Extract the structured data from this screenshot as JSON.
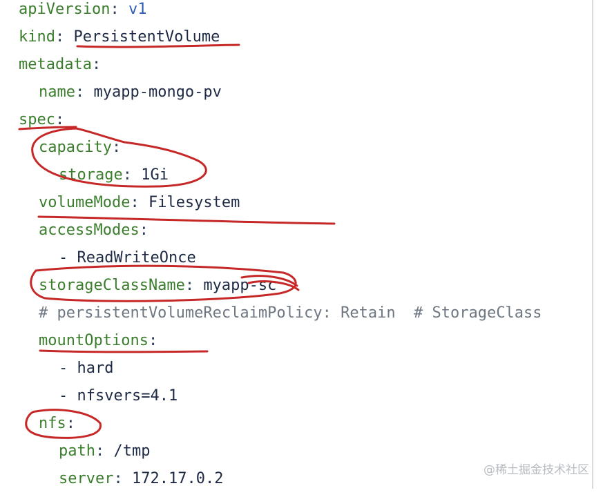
{
  "lines": [
    {
      "key": "apiVersion",
      "sep": ": ",
      "value": "v1"
    },
    {
      "key": "kind",
      "sep": ": ",
      "value": "PersistentVolume"
    },
    {
      "key": "metadata",
      "sep": ":",
      "value": ""
    },
    {
      "key": "name",
      "sep": ": ",
      "value": "myapp-mongo-pv"
    },
    {
      "key": "spec",
      "sep": ":",
      "value": ""
    },
    {
      "key": "capacity",
      "sep": ":",
      "value": ""
    },
    {
      "key": "storage",
      "sep": ": ",
      "value": "1Gi"
    },
    {
      "key": "volumeMode",
      "sep": ": ",
      "value": "Filesystem"
    },
    {
      "key": "accessModes",
      "sep": ":",
      "value": ""
    },
    {
      "dash": "- ",
      "value": "ReadWriteOnce"
    },
    {
      "key": "storageClassName",
      "sep": ": ",
      "value": "myapp-sc"
    },
    {
      "comment": "# persistentVolumeReclaimPolicy: Retain  # StorageClass"
    },
    {
      "key": "mountOptions",
      "sep": ":",
      "value": ""
    },
    {
      "dash": "- ",
      "value": "hard"
    },
    {
      "dash": "- ",
      "value": "nfsvers=4.1"
    },
    {
      "key": "nfs",
      "sep": ":",
      "value": ""
    },
    {
      "key": "path",
      "sep": ": ",
      "value": "/tmp"
    },
    {
      "key": "server",
      "sep": ": ",
      "value": "172.17.0.2"
    }
  ],
  "watermark": "@稀土掘金技术社区",
  "colors": {
    "key": "#3a7d2c",
    "value": "#1e2a44",
    "version": "#2d5db5",
    "comment": "#6e7781",
    "annotation": "#c62828"
  }
}
